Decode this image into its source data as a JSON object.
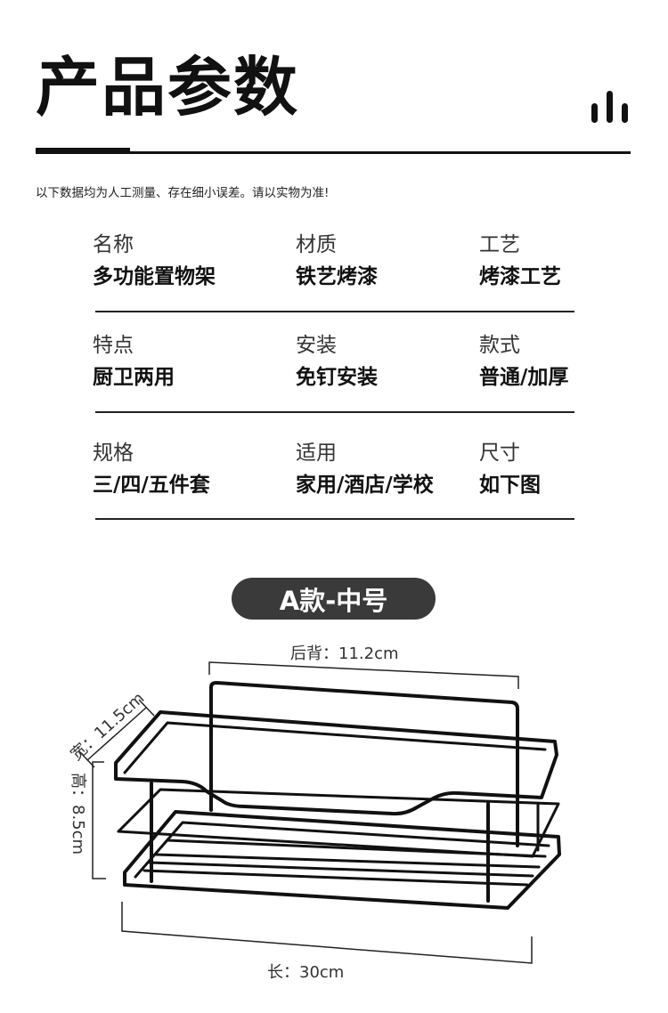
{
  "header": {
    "title": "产品参数",
    "note": "以下数据均为人工测量、存在细小误差。请以实物为准!"
  },
  "specs": [
    [
      {
        "label": "名称",
        "value": "多功能置物架"
      },
      {
        "label": "材质",
        "value": "铁艺烤漆"
      },
      {
        "label": "工艺",
        "value": "烤漆工艺"
      }
    ],
    [
      {
        "label": "特点",
        "value": "厨卫两用"
      },
      {
        "label": "安装",
        "value": "免钉安装"
      },
      {
        "label": "款式",
        "value": "普通/加厚"
      }
    ],
    [
      {
        "label": "规格",
        "value": "三/四/五件套"
      },
      {
        "label": "适用",
        "value": "家用/酒店/学校"
      },
      {
        "label": "尺寸",
        "value": "如下图"
      }
    ]
  ],
  "model_badge": "A款-中号",
  "dimensions": {
    "back": "后背：11.2cm",
    "width": "宽：11.5cm",
    "height": "高：8.5cm",
    "length": "长：30cm"
  },
  "colors": {
    "text": "#111111",
    "badge_bg": "#3a3a3a",
    "rack": "#111111"
  }
}
